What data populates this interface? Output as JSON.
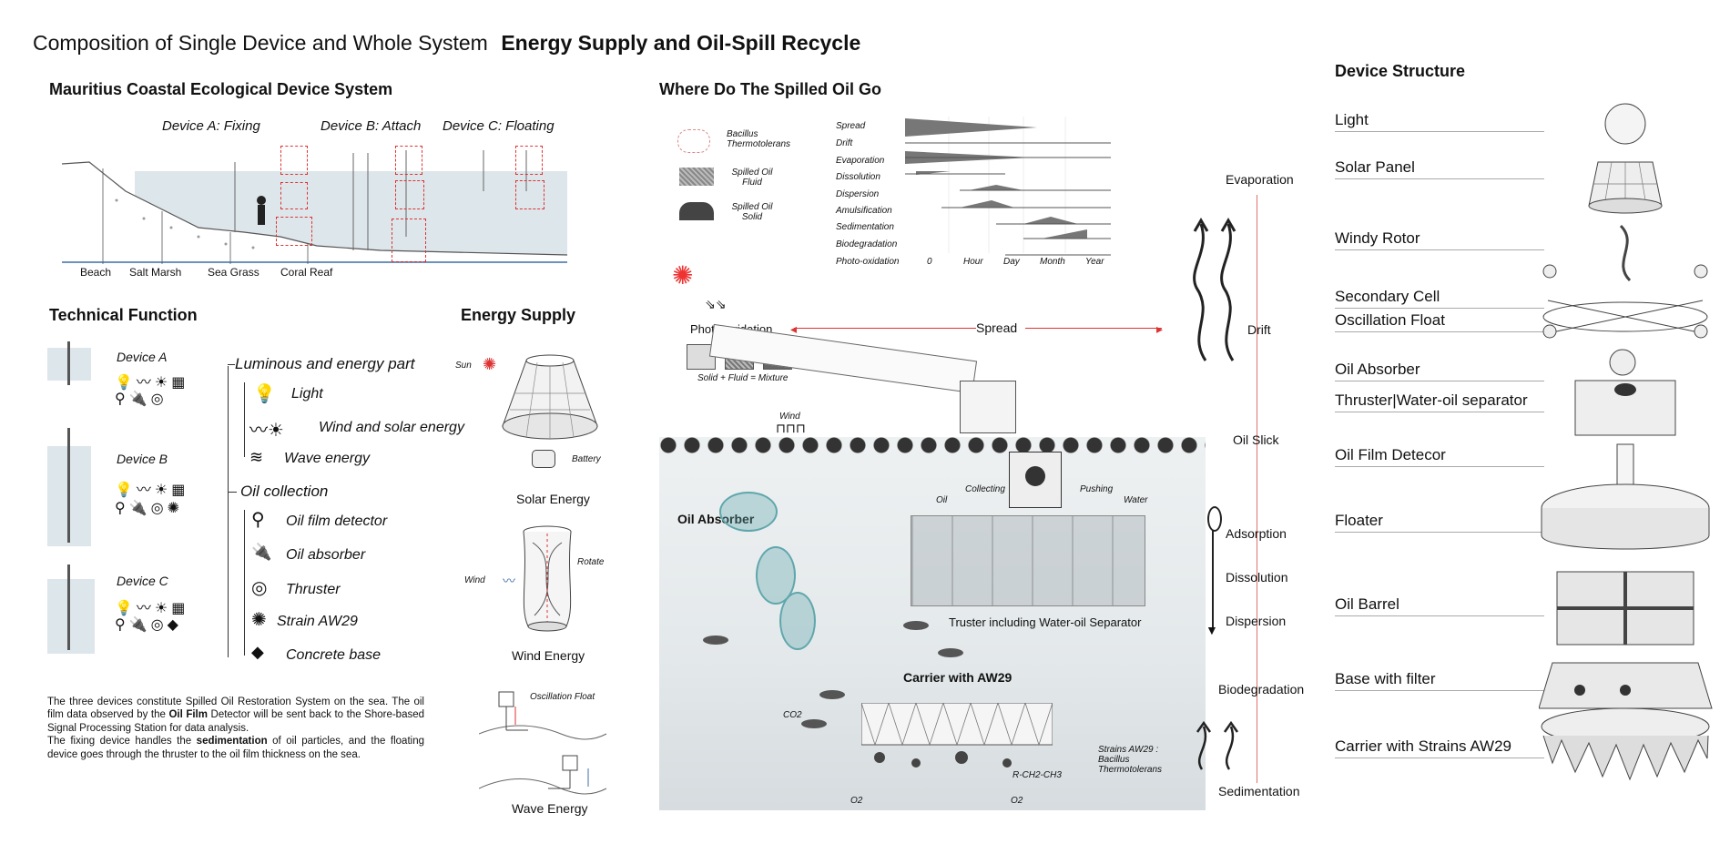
{
  "title": {
    "light": "Composition of Single Device and Whole System",
    "bold": "Energy Supply and Oil-Spill Recycle"
  },
  "coastal": {
    "heading": "Mauritius Coastal Ecological Device System",
    "devices": [
      "Device A: Fixing",
      "Device B: Attach",
      "Device C: Floating"
    ],
    "zones": [
      "Beach",
      "Salt Marsh",
      "Sea Grass",
      "Coral Reaf"
    ]
  },
  "technical": {
    "heading": "Technical Function",
    "device_labels": [
      "Device A",
      "Device B",
      "Device C"
    ],
    "group1": "Luminous and energy part",
    "items1": [
      "Light",
      "Wind and solar energy",
      "Wave energy"
    ],
    "group2": "Oil collection",
    "items2": [
      "Oil film detector",
      "Oil absorber",
      "Thruster",
      "Strain AW29",
      "Concrete base"
    ]
  },
  "energy": {
    "heading": "Energy Supply",
    "sun": "Sun",
    "battery": "Battery",
    "solar": "Solar Energy",
    "wind": "Wind",
    "rotate": "Rotate",
    "wind_energy": "Wind Energy",
    "osc": "Oscillation Float",
    "wave_energy": "Wave Energy"
  },
  "description": {
    "p1a": "The three devices constitute Spilled Oil Restoration System on the sea. The oil film data observed by the ",
    "p1b": "Oil Film",
    "p1c": " Detector will be sent back to the Shore-based Signal Processing Station for data analysis.",
    "p2a": "The fixing device handles the ",
    "p2b": "sedimentation",
    "p2c": " of oil particles, and the floating device goes through the thruster to the oil film thickness on the sea."
  },
  "spill": {
    "heading": "Where Do The Spilled Oil Go",
    "legend": [
      "Bacillus Thermotolerans",
      "Spilled Oil Fluid",
      "Spilled Oil Solid"
    ],
    "processes": [
      "Spread",
      "Drift",
      "Evaporation",
      "Dissolution",
      "Dispersion",
      "Amulsification",
      "Sedimentation",
      "Biodegradation",
      "Photo-oxidation"
    ],
    "time_axis": [
      "0",
      "Hour",
      "Day",
      "Month",
      "Year"
    ],
    "photo": "Photo-oxidation",
    "mixture": "Solid + Fluid = Mixture",
    "spread": "Spread",
    "wind": "Wind",
    "oil_absorber": "Oil Absorber",
    "oil": "Oil",
    "collecting": "Collecting",
    "pushing": "Pushing",
    "water": "Water",
    "truster": "Truster including Water-oil Separator",
    "carrier": "Carrier with AW29",
    "co2": "CO2",
    "rch": "R-CH2-CH3",
    "strains": "Strains AW29 : Bacillus Thermotolerans",
    "o2": "O2",
    "right_stages": [
      "Evaporation",
      "Drift",
      "Oil Slick",
      "Adsorption",
      "Dissolution",
      "Dispersion",
      "Biodegradation",
      "Sedimentation"
    ]
  },
  "structure": {
    "heading": "Device Structure",
    "parts": [
      "Light",
      "Solar Panel",
      "Windy Rotor",
      "Secondary Cell",
      "Oscillation Float",
      "Oil Absorber",
      "Thruster|Water-oil separator",
      "Oil Film Detecor",
      "Floater",
      "Oil Barrel",
      "Base with filter",
      "Carrier with Strains AW29"
    ]
  },
  "colors": {
    "accent_red": "#d33333",
    "teal": "#5fa7ac",
    "sea": "#dde6ea"
  }
}
